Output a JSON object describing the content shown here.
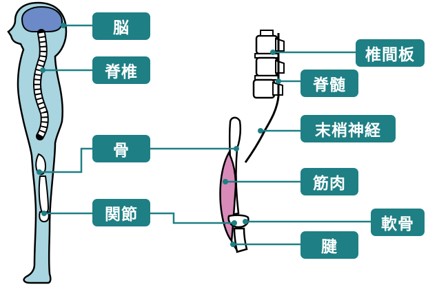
{
  "labels": {
    "brain": "脳",
    "spine": "脊椎",
    "bone": "骨",
    "joint": "関節",
    "disc": "椎間板",
    "spinal_cord": "脊髄",
    "peripheral_nerve": "末梢神経",
    "muscle": "筋肉",
    "cartilage": "軟骨",
    "tendon": "腱"
  },
  "colors": {
    "label_bg": "#1e7f84",
    "label_text": "#ffffff",
    "body": "#a8d5df",
    "brain": "#6b8ac7",
    "muscle": "#d88bb8",
    "leader": "#1e7f84"
  }
}
